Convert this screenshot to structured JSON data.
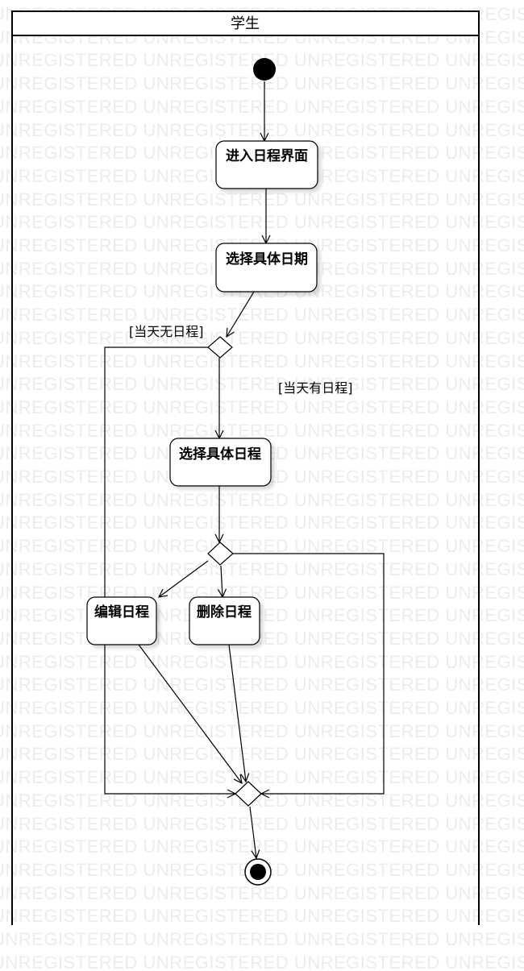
{
  "watermark": {
    "text": "UNREGISTERED"
  },
  "swimlane": {
    "title": "学生"
  },
  "nodes": {
    "enter_schedule": "进入日程界面",
    "select_date": "选择具体日期",
    "select_schedule": "选择具体日程",
    "edit_schedule": "编辑日程",
    "delete_schedule": "删除日程"
  },
  "guards": {
    "no_schedule": "[当天无日程]",
    "has_schedule": "[当天有日程]"
  }
}
